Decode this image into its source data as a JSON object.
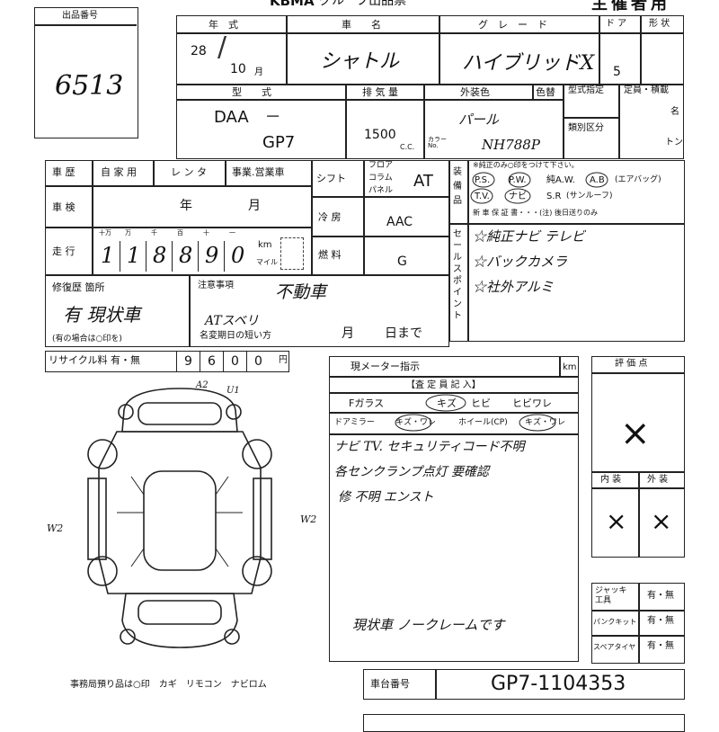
{
  "header": {
    "brand": "KBMA",
    "subtitle": "グループ出品票",
    "copy_label": "主催者用"
  },
  "lot": {
    "label": "出品番号",
    "number": "6513"
  },
  "year": {
    "label": "年　式",
    "value_year": "28",
    "value_month": "10",
    "month_unit": "月"
  },
  "car_name": {
    "label": "車　　名",
    "value": "シャトル"
  },
  "grade": {
    "label": "グ　レ　ー　ド",
    "value": "ハイブリッドX"
  },
  "doors": {
    "label": "ド ア",
    "value": "5"
  },
  "body_shape": {
    "label": "形 状"
  },
  "model": {
    "label": "型　　式",
    "prefix": "DAA　－",
    "code": "GP7"
  },
  "displacement": {
    "label": "排 気 量",
    "value": "1500",
    "unit": "C.C."
  },
  "exterior_color": {
    "label": "外装色",
    "value": "パール",
    "color_no_label": "カラーNo.",
    "color_no": "NH788P"
  },
  "color_change": {
    "label": "色替"
  },
  "model_designation": {
    "label": "型式指定",
    "category_label": "類別区分"
  },
  "capacity": {
    "label": "定員・積載",
    "unit1": "名",
    "unit2": "トン"
  },
  "history": {
    "label": "車 歴",
    "options": [
      "自 家 用",
      "レ ン タ",
      "事業.営業車"
    ]
  },
  "inspection": {
    "label": "車 検",
    "year_unit": "年",
    "month_unit": "月"
  },
  "mileage": {
    "label": "走 行",
    "digit_labels": [
      "十万",
      "万",
      "千",
      "百",
      "十",
      "一"
    ],
    "digits": [
      "1",
      "1",
      "8",
      "8",
      "9",
      "0"
    ],
    "unit_km": "km",
    "unit_mile": "マイル"
  },
  "shift": {
    "label": "シフト",
    "options": [
      "フロア",
      "コラム",
      "パネル"
    ],
    "value": "AT"
  },
  "ac": {
    "label": "冷 房",
    "value": "AAC"
  },
  "fuel": {
    "label": "燃 料",
    "value": "G"
  },
  "equipment": {
    "label": "装備品",
    "note_top": "※純正のみ○印をつけて下さい。",
    "row1": [
      "P.S.",
      "P.W.",
      "純A.W.",
      "A.B",
      "(エアバッグ)"
    ],
    "row2": [
      "T.V.",
      "ナビ",
      "S.R",
      "(サンルーフ)"
    ],
    "row3": "新 車 保 証 書・・・(注) 後日送りのみ"
  },
  "sales_points": {
    "label": "セールスポイント",
    "items": [
      "☆純正ナビ テレビ",
      "☆バックカメラ",
      "☆社外アルミ"
    ]
  },
  "repair": {
    "label": "修復歴 箇所",
    "value": "有 現状車",
    "note": "(有の場合は○印を)"
  },
  "caution": {
    "label": "注意事項",
    "value_top": "不動車",
    "value_bottom": "ATスベリ",
    "name_change": "名変期日の短い方",
    "month": "月",
    "day": "日まで"
  },
  "recycle": {
    "label": "リサイクル料 有・無",
    "digits": [
      "9",
      "6",
      "0",
      "0"
    ],
    "unit": "円"
  },
  "meter": {
    "label": "現メーター指示",
    "unit": "km"
  },
  "inspector": {
    "label": "【査 定 員 記 入】",
    "glass_label": "Fガラス",
    "glass_opts": [
      "キズ",
      "ヒビ",
      "ヒビワレ"
    ],
    "mirror_label": "ドアミラー",
    "mirror_opts": "キズ・ワレ",
    "wheel_label": "ホイール(CP)",
    "wheel_opts": "キズ・ワレ"
  },
  "notes": {
    "lines": [
      "ナビ TV. セキュリティコード不明",
      "各センクランプ点灯 要確認",
      "修 不明 エンスト"
    ],
    "footer": "現状車 ノークレームです"
  },
  "rating": {
    "label": "評 価 点",
    "value": "×"
  },
  "interior": {
    "label": "内 装",
    "value": "×"
  },
  "exterior": {
    "label": "外 装",
    "value": "×"
  },
  "tools": {
    "rows": [
      {
        "label": "ジャッキ工具",
        "value": "有・無"
      },
      {
        "label": "パンクキット",
        "value": "有・無"
      },
      {
        "label": "スペアタイヤ",
        "value": "有・無"
      }
    ]
  },
  "diagram": {
    "marks": [
      "A2",
      "U1",
      "W2",
      "W2"
    ]
  },
  "office_note": "事務局預り品は○印　カギ　リモコン　ナビロム",
  "chassis": {
    "label": "車台番号",
    "value": "GP7-1104353"
  }
}
